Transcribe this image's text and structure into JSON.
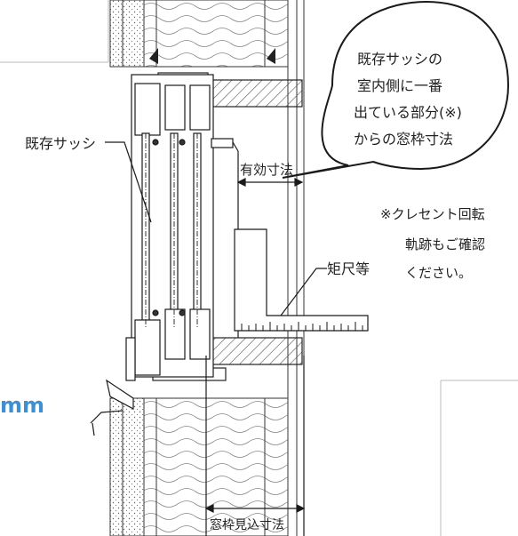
{
  "labels": {
    "existing_sash": "既存サッシ",
    "effective_dim": "有効寸法",
    "square_ruler": "矩尺等",
    "frame_depth": "窓枠見込寸法",
    "unit_fragment": "mm"
  },
  "callout": {
    "lines": [
      "既存サッシの",
      "室内側に一番",
      "出ている部分(※)",
      "からの窓枠寸法"
    ]
  },
  "note": {
    "lines": [
      "※クレセント回転",
      "軌跡もご確認",
      "ください。"
    ]
  },
  "colors": {
    "line": "#1a1a1a",
    "unit_text": "#3d8fd6",
    "hatch": "#555555",
    "callout_fill": "#ffffff"
  }
}
